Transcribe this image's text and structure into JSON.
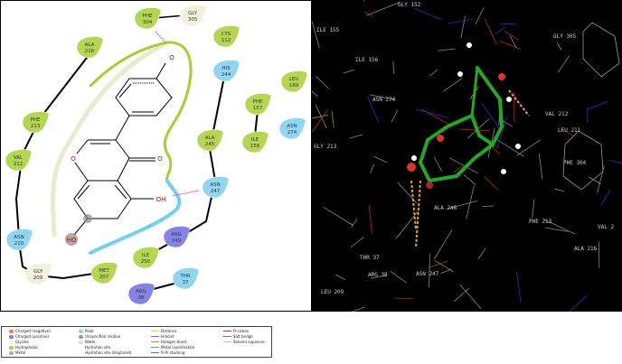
{
  "residues": [
    {
      "name": "PHE",
      "num": "304",
      "type": "hydrophobic"
    },
    {
      "name": "GLY",
      "num": "305",
      "type": "glycine"
    },
    {
      "name": "CYS",
      "num": "112",
      "type": "hydrophobic"
    },
    {
      "name": "ALA",
      "num": "216",
      "type": "hydrophobic"
    },
    {
      "name": "HIS",
      "num": "244",
      "type": "polar"
    },
    {
      "name": "LEU",
      "num": "189",
      "type": "hydrophobic"
    },
    {
      "name": "PHE",
      "num": "157",
      "type": "hydrophobic"
    },
    {
      "name": "ASN",
      "num": "274",
      "type": "polar"
    },
    {
      "name": "ILE",
      "num": "156",
      "type": "hydrophobic"
    },
    {
      "name": "ALA",
      "num": "245",
      "type": "hydrophobic"
    },
    {
      "name": "PHE",
      "num": "213",
      "type": "hydrophobic"
    },
    {
      "name": "VAL",
      "num": "212",
      "type": "hydrophobic"
    },
    {
      "name": "ASN",
      "num": "247",
      "type": "polar"
    },
    {
      "name": "ASN",
      "num": "210",
      "type": "polar"
    },
    {
      "name": "ARG",
      "num": "249",
      "type": "positive"
    },
    {
      "name": "ILE",
      "num": "250",
      "type": "hydrophobic"
    },
    {
      "name": "GLY",
      "num": "209",
      "type": "glycine"
    },
    {
      "name": "MET",
      "num": "207",
      "type": "hydrophobic"
    },
    {
      "name": "THR",
      "num": "37",
      "type": "polar"
    },
    {
      "name": "ARG",
      "num": "38",
      "type": "positive"
    }
  ],
  "atoms": {
    "o_top": "O",
    "o_ring": "O",
    "o_keto": "O",
    "oh": "OH",
    "ho": "HO"
  },
  "colors": {
    "hydrophobic": "#b5d651",
    "polar": "#8fd6f2",
    "positive": "#8484e6",
    "glycine": "#f1f1dc",
    "hbond": "#e040e0",
    "ligand": "#22a822"
  },
  "view3d_labels": [
    "ILE 155",
    "GLY 152",
    "ILE 156",
    "ASN 274",
    "GLY 305",
    "GLY 213",
    "VAL 212",
    "LEU 211",
    "PHE 304",
    "ALA 246",
    "PHE 213",
    "VAL 2",
    "ALA 216",
    "THR 37",
    "ARG 38",
    "ASN 247",
    "LEU 209"
  ],
  "legend": [
    [
      "Charged (negative)",
      "Charged (positive)",
      "Glycine",
      "Hydrophobic",
      "Metal"
    ],
    [
      "Polar",
      "Unspecified residue",
      "Water",
      "Hydration site",
      "Hydration site (displaced)"
    ],
    [
      "Distance",
      "H-bond",
      "Halogen bond",
      "Metal coordination",
      "Pi-Pi stacking"
    ],
    [
      "Pi-cation",
      "Salt bridge",
      "Solvent exposure"
    ]
  ]
}
